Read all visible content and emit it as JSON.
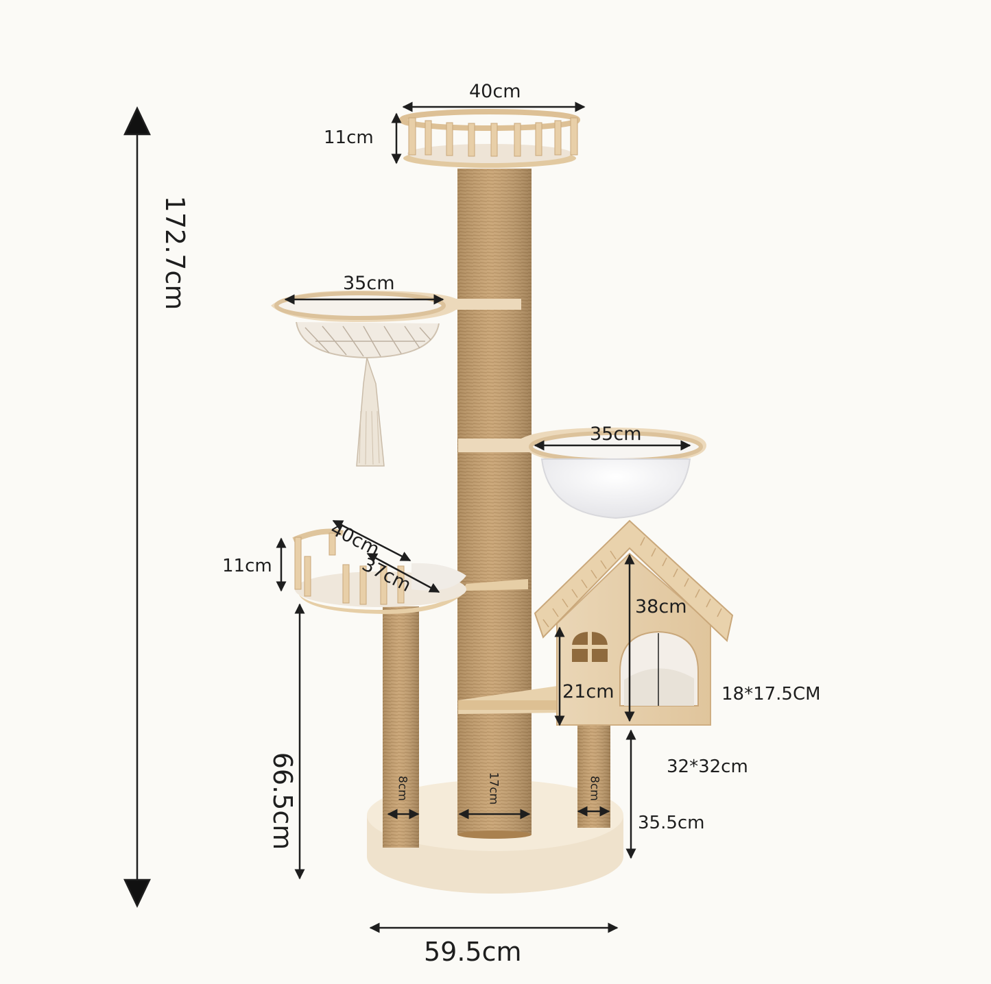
{
  "image": {
    "subject": "cat-tree",
    "colors": {
      "background": "#fbfaf6",
      "wood": "#e9d3b2",
      "wood_dark": "#cfae82",
      "sisal": "#c8a271",
      "sisal_dark": "#a9814f",
      "cushion": "#efe9e1",
      "glass": "#f2f2f4",
      "dimension_line": "#1e1e1e"
    }
  },
  "dimensions": {
    "total_height": "172.7cm",
    "base_width": "59.5cm",
    "top_platform_width": "40cm",
    "top_platform_height": "11cm",
    "hammock_diameter": "35cm",
    "bowl_diameter": "35cm",
    "lower_platform_width": "40cm",
    "lower_platform_depth": "37cm",
    "lower_platform_height": "11cm",
    "lower_platform_post_height": "66.5cm",
    "house_height": "38cm",
    "house_wall_height": "21cm",
    "house_door": "18*17.5CM",
    "house_floor": "32*32cm",
    "house_clearance": "35.5cm",
    "left_post_diameter": "8cm",
    "main_post_diameter": "17cm",
    "right_post_diameter": "8cm"
  }
}
